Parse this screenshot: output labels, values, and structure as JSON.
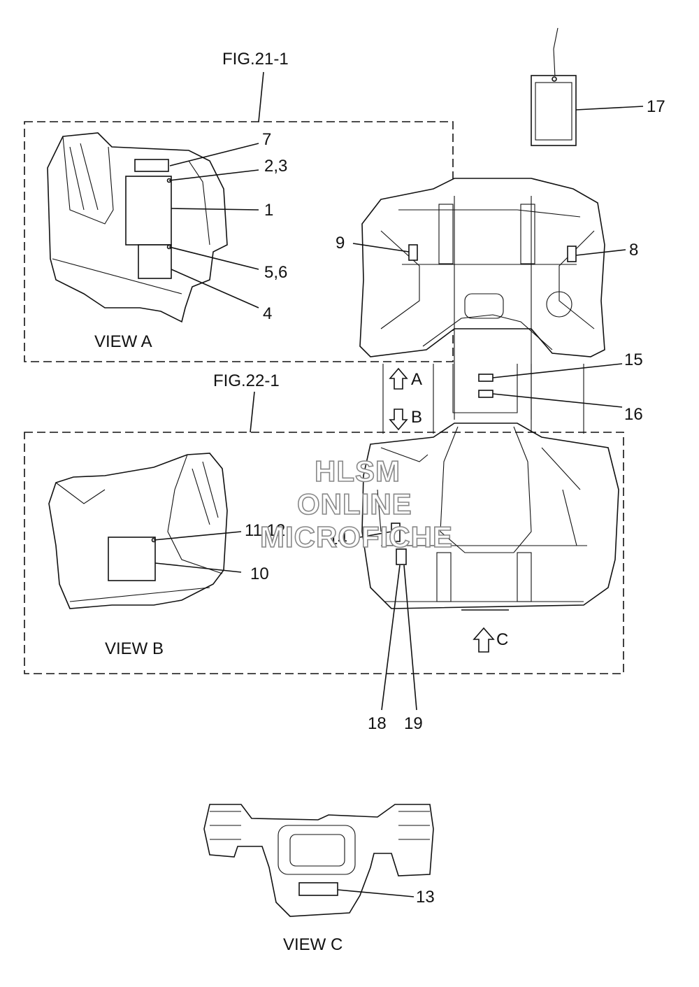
{
  "figures": {
    "fig21": "FIG.21-1",
    "fig22": "FIG.22-1"
  },
  "views": {
    "a": "VIEW A",
    "b": "VIEW B",
    "c": "VIEW C"
  },
  "arrows": {
    "a": "A",
    "b": "B",
    "c": "C"
  },
  "callouts": {
    "c1": "1",
    "c2_3": "2,3",
    "c4": "4",
    "c5_6": "5,6",
    "c7": "7",
    "c8": "8",
    "c9": "9",
    "c10": "10",
    "c11_12": "11,12",
    "c13": "13",
    "c14": "14",
    "c15": "15",
    "c16": "16",
    "c17": "17",
    "c18": "18",
    "c19": "19"
  },
  "watermark": {
    "line1": "HLSM",
    "line2": "ONLINE",
    "line3": "MICROFICHE"
  }
}
